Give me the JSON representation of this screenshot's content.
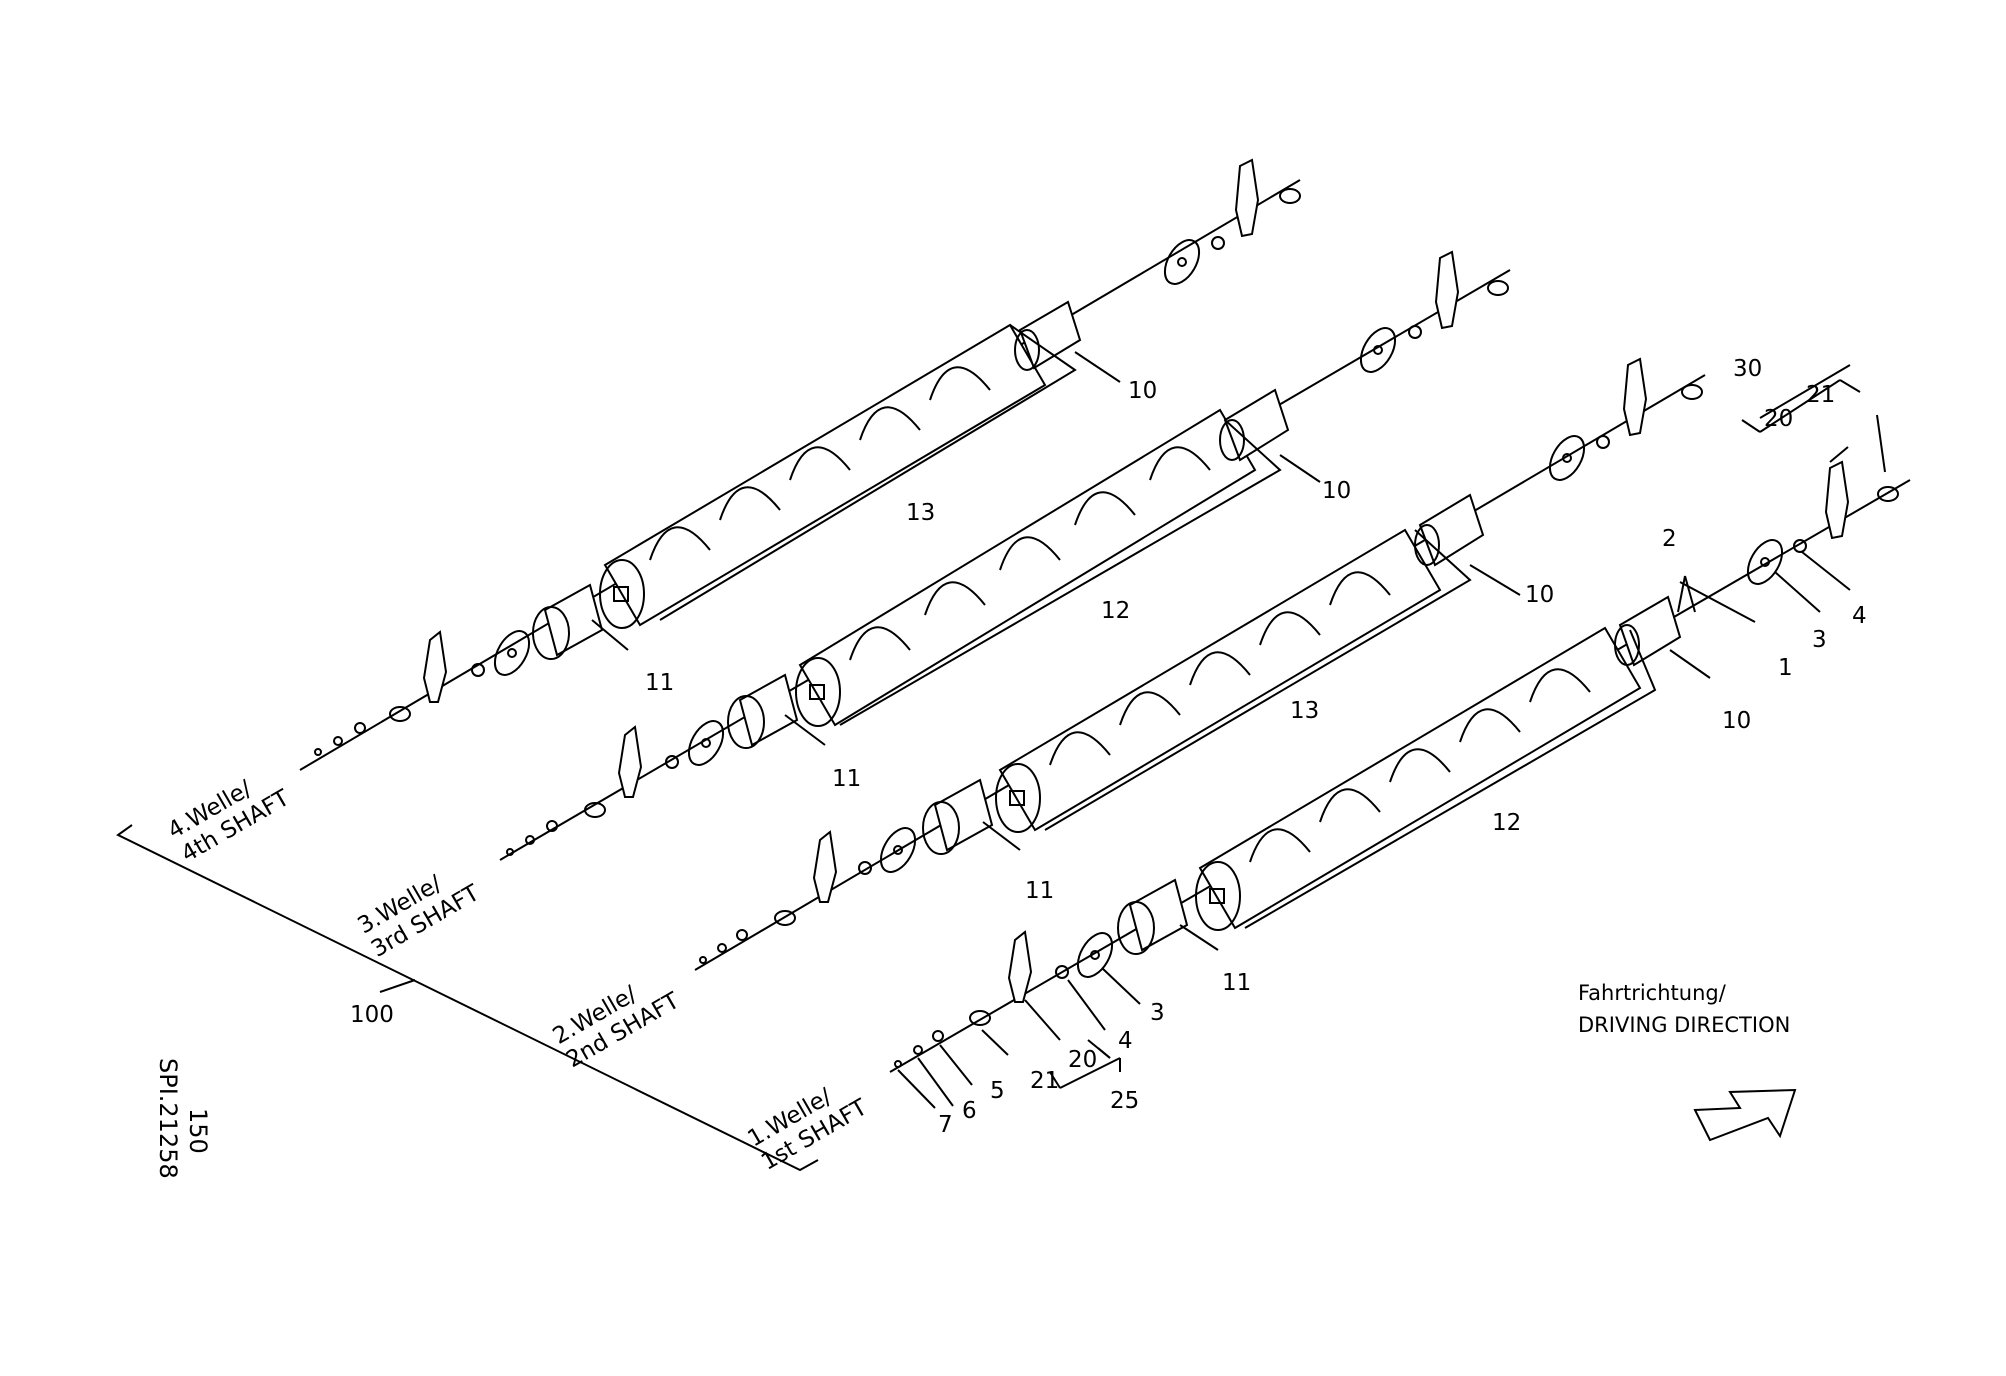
{
  "drawing": {
    "reference": "SPI.21258",
    "page": "150",
    "direction_de": "Fahrtrichtung/",
    "direction_en": "DRIVING DIRECTION"
  },
  "shafts": [
    {
      "de": "4.Welle/",
      "en": "4th SHAFT"
    },
    {
      "de": "3.Welle/",
      "en": "3rd SHAFT"
    },
    {
      "de": "2.Welle/",
      "en": "2nd SHAFT"
    },
    {
      "de": "1.Welle/",
      "en": "1st SHAFT"
    }
  ],
  "callouts": {
    "s4_10": "10",
    "s4_13": "13",
    "s4_11": "11",
    "s3_10": "10",
    "s3_12": "12",
    "s3_11": "11",
    "s2_10": "10",
    "s2_13": "13",
    "s2_11": "11",
    "s1_10": "10",
    "s1_12": "12",
    "s1_11": "11",
    "p1": "1",
    "p2": "2",
    "p3_top": "3",
    "p4_top": "4",
    "p30": "30",
    "p20_top": "20",
    "p21_top": "21",
    "p3_bot": "3",
    "p4_bot": "4",
    "p20_bot": "20",
    "p21_bot": "21",
    "p5": "5",
    "p6": "6",
    "p7": "7",
    "p25": "25",
    "p100": "100"
  }
}
